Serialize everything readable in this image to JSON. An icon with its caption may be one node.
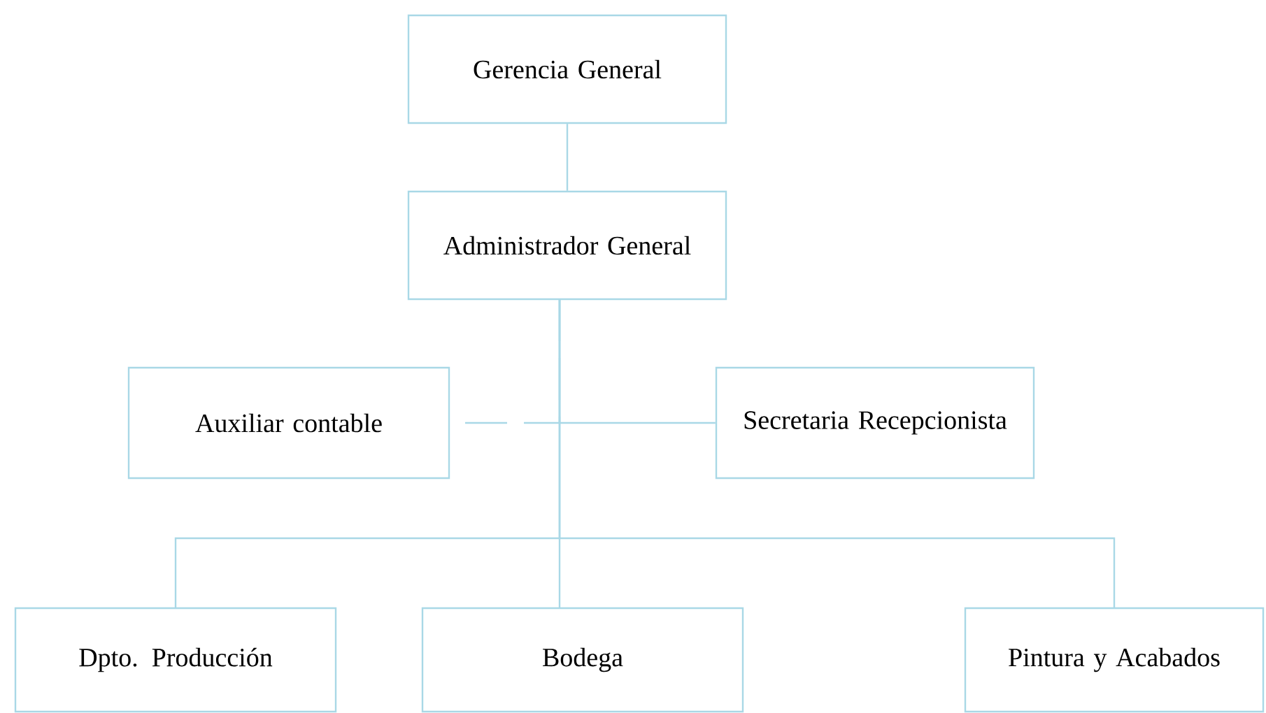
{
  "diagram": {
    "nodes": [
      {
        "text": [
          "Gerencia General"
        ]
      },
      {
        "text": [
          "Administrador General"
        ]
      },
      {
        "text": [
          "Auxiliar contable"
        ]
      },
      {
        "text": [
          "Secretaria Recepcionista"
        ]
      },
      {
        "text": [
          "Dpto. Producción"
        ]
      },
      {
        "text": [
          "Bodega"
        ]
      },
      {
        "text": [
          "Pintura y Acabados"
        ]
      }
    ],
    "edges": [
      {
        "from": 0,
        "to": 1,
        "arrow": "none"
      },
      {
        "from": 1,
        "to": 2,
        "arrow": "none",
        "style": "dashed"
      },
      {
        "from": 1,
        "to": 3,
        "arrow": "none"
      },
      {
        "from": 1,
        "to": 4,
        "arrow": "none"
      },
      {
        "from": 1,
        "to": 5,
        "arrow": "none"
      },
      {
        "from": 1,
        "to": 6,
        "arrow": "none"
      }
    ]
  }
}
